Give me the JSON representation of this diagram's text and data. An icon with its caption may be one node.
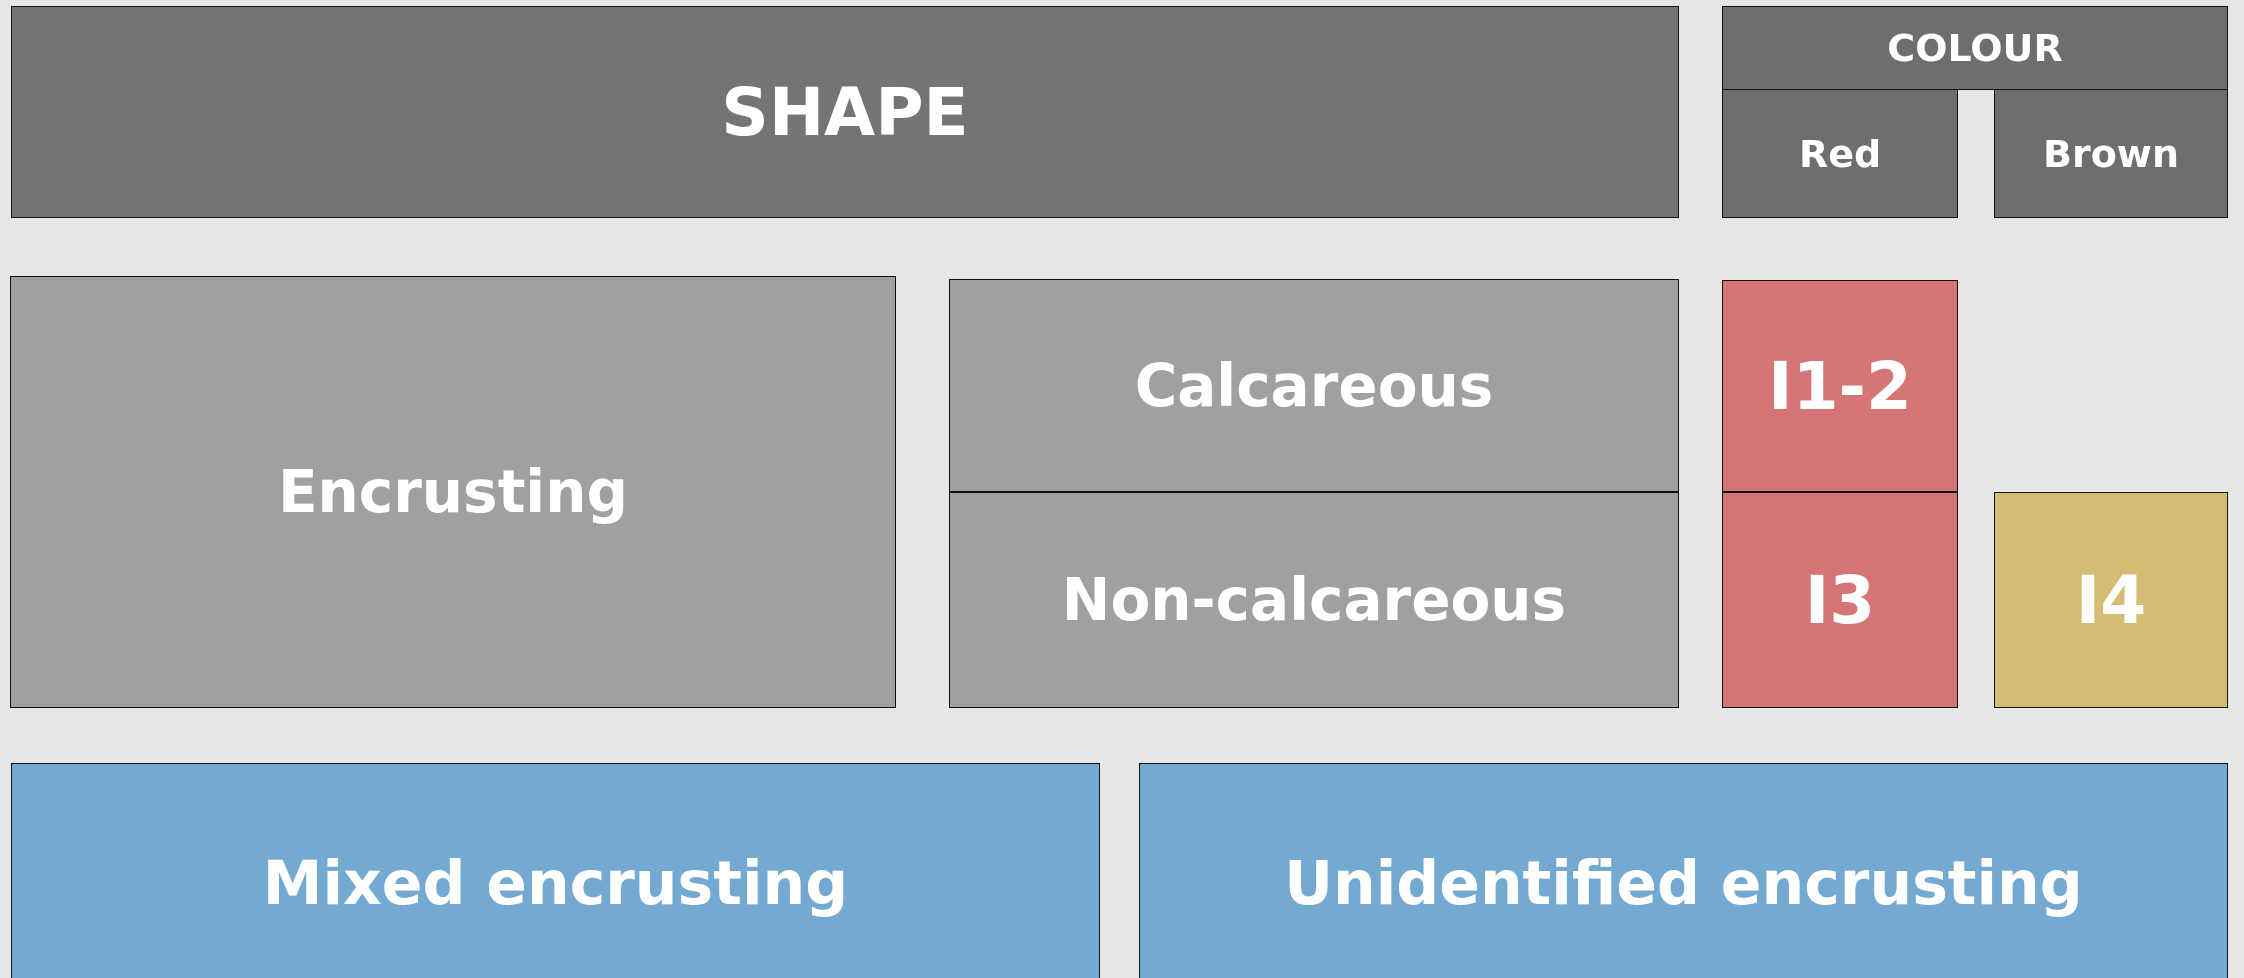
{
  "diagram": {
    "nodes": [
      {
        "text": [
          "SHAPE"
        ]
      },
      {
        "text": [
          "COLOUR"
        ]
      },
      {
        "text": [
          "Red"
        ]
      },
      {
        "text": [
          "Brown"
        ]
      },
      {
        "text": [
          "Encrusting"
        ]
      },
      {
        "text": [
          "Calcareous"
        ]
      },
      {
        "text": [
          "Non-calcareous"
        ]
      },
      {
        "text": [
          "I1-2"
        ]
      },
      {
        "text": [
          "I3"
        ]
      },
      {
        "text": [
          "I4"
        ]
      },
      {
        "text": [
          "Mixed encrusting"
        ]
      },
      {
        "text": [
          "Unidentified encrusting"
        ]
      }
    ]
  }
}
